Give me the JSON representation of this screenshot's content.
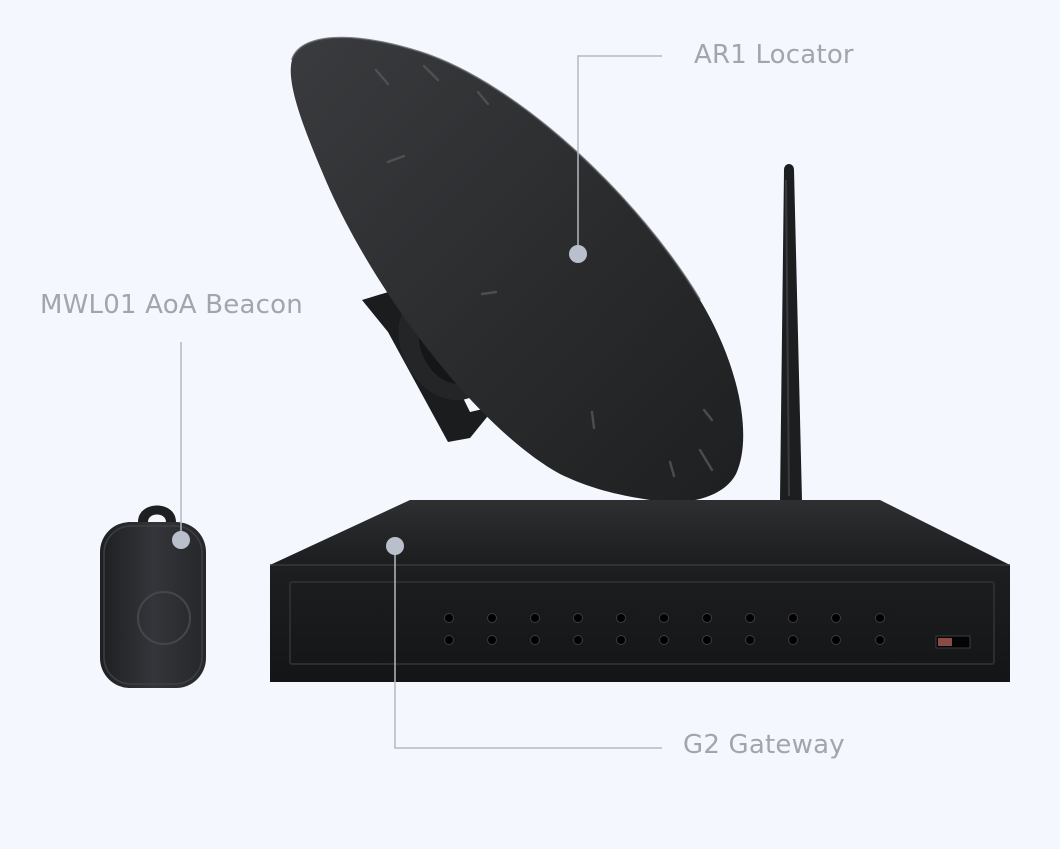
{
  "labels": {
    "locator": "AR1 Locator",
    "beacon": "MWL01 AoA Beacon",
    "gateway": "G2 Gateway"
  },
  "colors": {
    "background": "#f4f7fd",
    "label_text": "#a2a6ab",
    "leader_line": "#b5b9bf",
    "marker_dot": "#b9c0cc",
    "device_body": "#2b2c2e",
    "device_dark": "#151617"
  },
  "devices": [
    {
      "name": "locator",
      "icon": "ar1-locator-device"
    },
    {
      "name": "gateway",
      "icon": "g2-gateway-device"
    },
    {
      "name": "beacon",
      "icon": "mwl01-beacon-device"
    }
  ]
}
